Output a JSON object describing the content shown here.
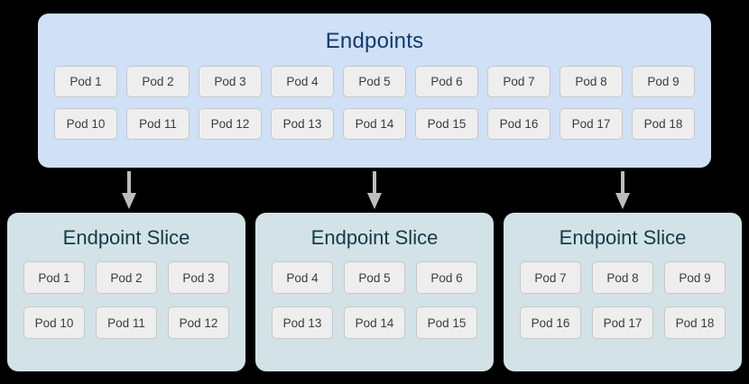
{
  "background_color": "#000000",
  "endpoints": {
    "title": "Endpoints",
    "background_color": "#cfe0f7",
    "title_color": "#123a6b",
    "rows": [
      [
        "Pod 1",
        "Pod 2",
        "Pod 3",
        "Pod 4",
        "Pod 5",
        "Pod 6",
        "Pod 7",
        "Pod 8",
        "Pod 9"
      ],
      [
        "Pod 10",
        "Pod 11",
        "Pod 12",
        "Pod 13",
        "Pod 14",
        "Pod 15",
        "Pod 16",
        "Pod 17",
        "Pod 18"
      ]
    ]
  },
  "arrows": {
    "color": "#bdbdbd",
    "count": 3,
    "direction": "down"
  },
  "slices": [
    {
      "title": "Endpoint Slice",
      "background_color": "#d3e2e6",
      "title_color": "#133b47",
      "rows": [
        [
          "Pod 1",
          "Pod 2",
          "Pod 3"
        ],
        [
          "Pod 10",
          "Pod 11",
          "Pod 12"
        ]
      ]
    },
    {
      "title": "Endpoint Slice",
      "background_color": "#d3e2e6",
      "title_color": "#133b47",
      "rows": [
        [
          "Pod 4",
          "Pod 5",
          "Pod 6"
        ],
        [
          "Pod 13",
          "Pod 14",
          "Pod 15"
        ]
      ]
    },
    {
      "title": "Endpoint Slice",
      "background_color": "#d3e2e6",
      "title_color": "#133b47",
      "rows": [
        [
          "Pod 7",
          "Pod 8",
          "Pod 9"
        ],
        [
          "Pod 16",
          "Pod 17",
          "Pod 18"
        ]
      ]
    }
  ],
  "pod_chip_style": {
    "background_color": "#eeeeee",
    "border_color": "#c8c8c8",
    "text_color": "#3c3c3c"
  }
}
